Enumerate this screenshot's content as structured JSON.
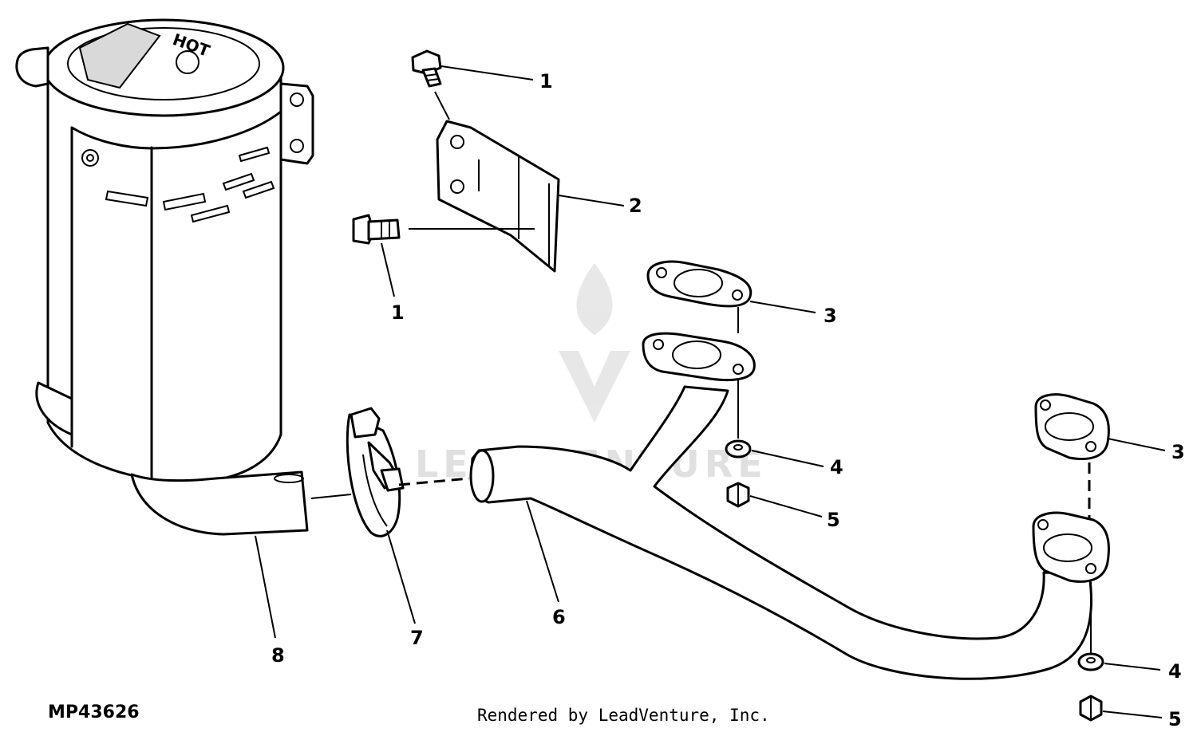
{
  "diagram": {
    "drawing_number": "MP43626",
    "credit": "Rendered by LeadVenture, Inc.",
    "watermark": "LEADVENTURE",
    "callouts": {
      "c1_top": "1",
      "c2": "2",
      "c1_bottom": "1",
      "c3_mid": "3",
      "c4_mid": "4",
      "c5_mid": "5",
      "c3_right": "3",
      "c4_right": "4",
      "c5_right": "5",
      "c6": "6",
      "c7": "7",
      "c8": "8"
    }
  }
}
